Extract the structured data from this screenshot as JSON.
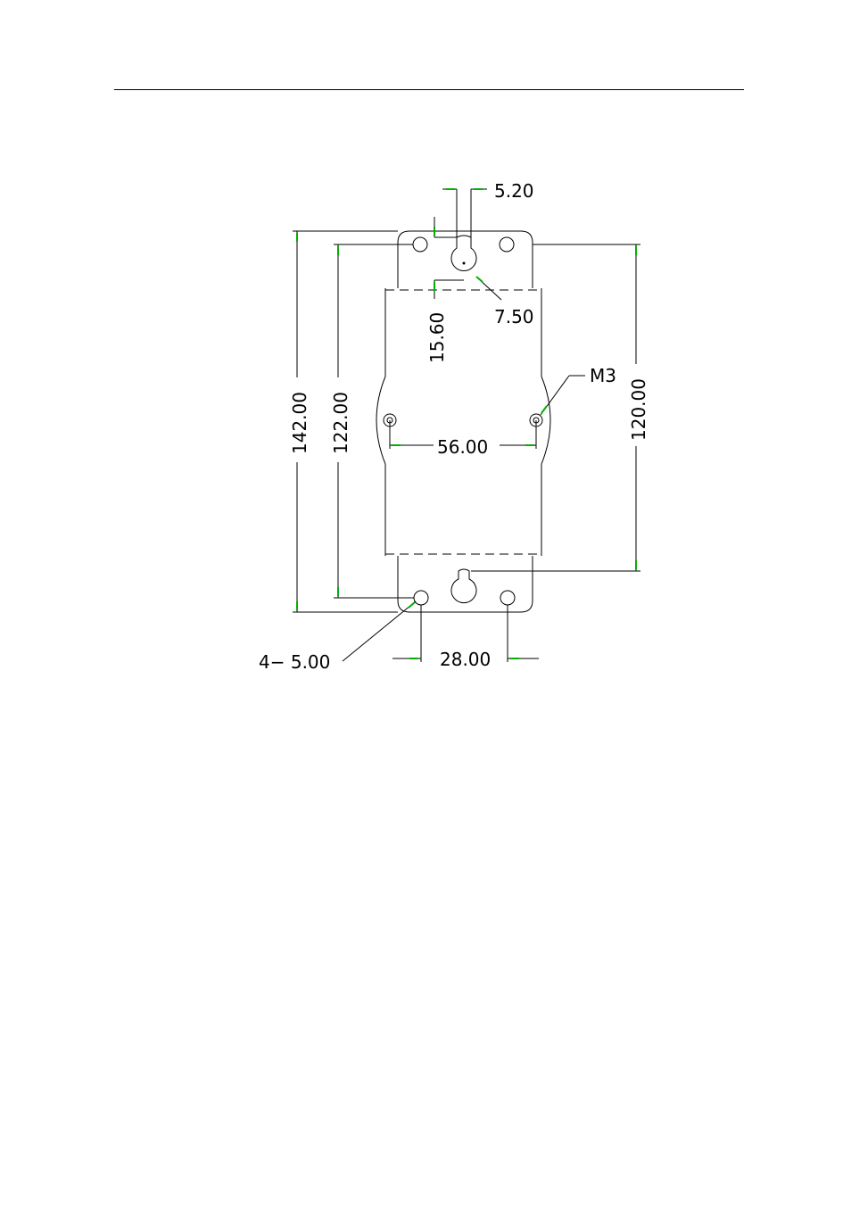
{
  "figure": {
    "dimensions": {
      "slot_width": "5.20",
      "keyhole_diameter": "7.50",
      "keyhole_offset": "15.60",
      "tab_hole_label": "M3",
      "overall_height": "142.00",
      "tab_hole_spacing_v": "122.00",
      "inner_height": "120.00",
      "mount_hole_spacing": "56.00",
      "corner_holes": "4− 5.00",
      "corner_hole_spacing": "28.00"
    },
    "colors": {
      "lines": "#000000",
      "arrow_ticks": "#00b000"
    }
  }
}
